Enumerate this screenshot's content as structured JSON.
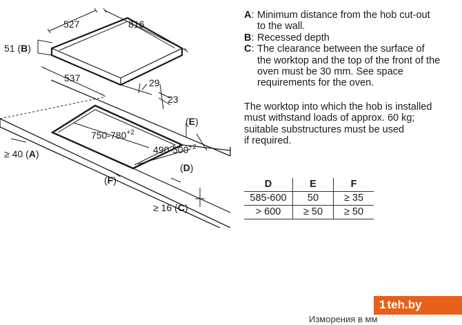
{
  "labels": {
    "dim_527": "527",
    "dim_816": "816",
    "dim_51b": "51 (",
    "key_b": "B",
    "dim_537": "537",
    "dim_29": "29",
    "dim_23": "23",
    "dim_750": "750-780",
    "sup_750": "+2",
    "dim_490": "490-500",
    "sup_490": "+2",
    "dim_40a": "≥ 40 (",
    "key_a": "A",
    "key_e": "E",
    "key_d": "D",
    "key_f": "F",
    "dim_16c": "≥ 16 (",
    "key_c": "C",
    "paren_close": ")",
    "paren_open": "("
  },
  "legend": [
    {
      "key": "A",
      "sep": ":",
      "lines": [
        "Minimum distance from the hob cut-out",
        "to the wall."
      ]
    },
    {
      "key": "B",
      "sep": ":",
      "lines": [
        "Recessed depth"
      ]
    },
    {
      "key": "C",
      "sep": ":",
      "lines": [
        "The clearance between the surface of",
        "the worktop and the top of the front of the",
        "oven must be 30 mm. See space",
        "requirements for the oven."
      ]
    }
  ],
  "note": [
    "The worktop into which the hob is installed",
    "must withstand loads of approx. 60 kg;",
    "suitable substructures must be used",
    "if required."
  ],
  "table": {
    "headers": [
      "D",
      "E",
      "F"
    ],
    "rows": [
      [
        "585-600",
        "50",
        "≥ 35"
      ],
      [
        "> 600",
        "≥ 50",
        "≥ 50"
      ]
    ]
  },
  "watermark": {
    "logo": "teh.by",
    "mark": "1",
    "caption": "Изморения в мм"
  }
}
